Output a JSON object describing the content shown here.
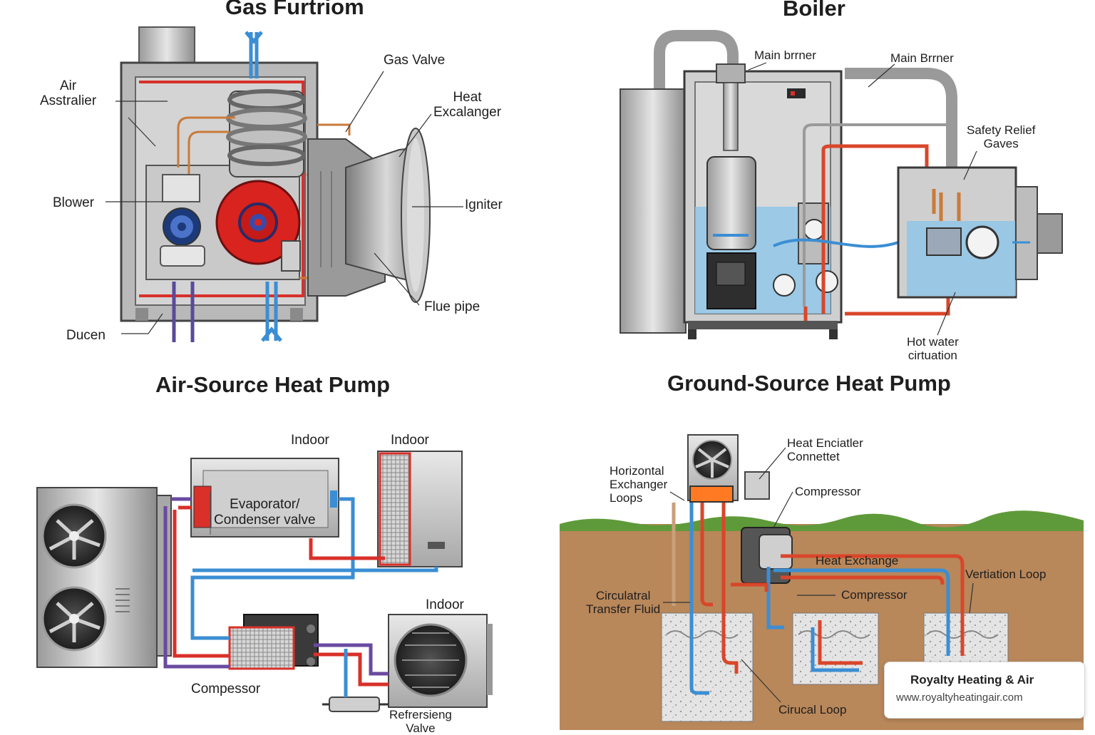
{
  "panels": {
    "gas_furnace": {
      "title": "Gas Furtriom",
      "labels": {
        "air_assembly": "Air\nAsstralier",
        "gas_valve": "Gas Valve",
        "heat_exchanger": "Heat\nExcalanger",
        "blower": "Blower",
        "igniter": "Igniter",
        "flue_pipe": "Flue pipe",
        "ducen": "Ducen"
      }
    },
    "boiler": {
      "title": "Boiler",
      "labels": {
        "main_burner_1": "Main brrner",
        "main_burner_2": "Main Brrner",
        "safety_relief": "Safety Relief\nGaves",
        "hot_water": "Hot water\ncirtuation"
      }
    },
    "air_source": {
      "title": "Air-Source Heat Pump",
      "labels": {
        "indoor_1": "Indoor",
        "indoor_2": "Indoor",
        "indoor_3": "Indoor",
        "evaporator": "Evaporator/\nCondenser valve",
        "compessor": "Compessor",
        "reversing": "Refrersieng\nValve"
      }
    },
    "ground_source": {
      "title": "Ground-Source Heat Pump",
      "labels": {
        "horizontal": "Horizontal\nExchanger\nLoops",
        "heat_enclosure": "Heat Enciatler\nConnettet",
        "compressor_1": "Compressor",
        "heat_exchange": "Heat Exchange",
        "vertical_loop": "Vertiation Loop",
        "circulatral": "Circulatral\nTransfer Fluid",
        "compressor_2": "Compressor",
        "cirucal_loop": "Cirucal Loop"
      }
    }
  },
  "brand": {
    "name": "Royalty Heating & Air",
    "url": "www.royaltyheatingair.com"
  },
  "colors": {
    "hot_pipe": "#d9462a",
    "cold_pipe": "#4a9fd8",
    "refrigerant_pipe": "#6a4aa0",
    "copper_pipe": "#c97a3a",
    "metal": "#bdbdbd",
    "water": "#a9d6ef",
    "soil": "#b8875a",
    "grass": "#5f9a3a"
  }
}
